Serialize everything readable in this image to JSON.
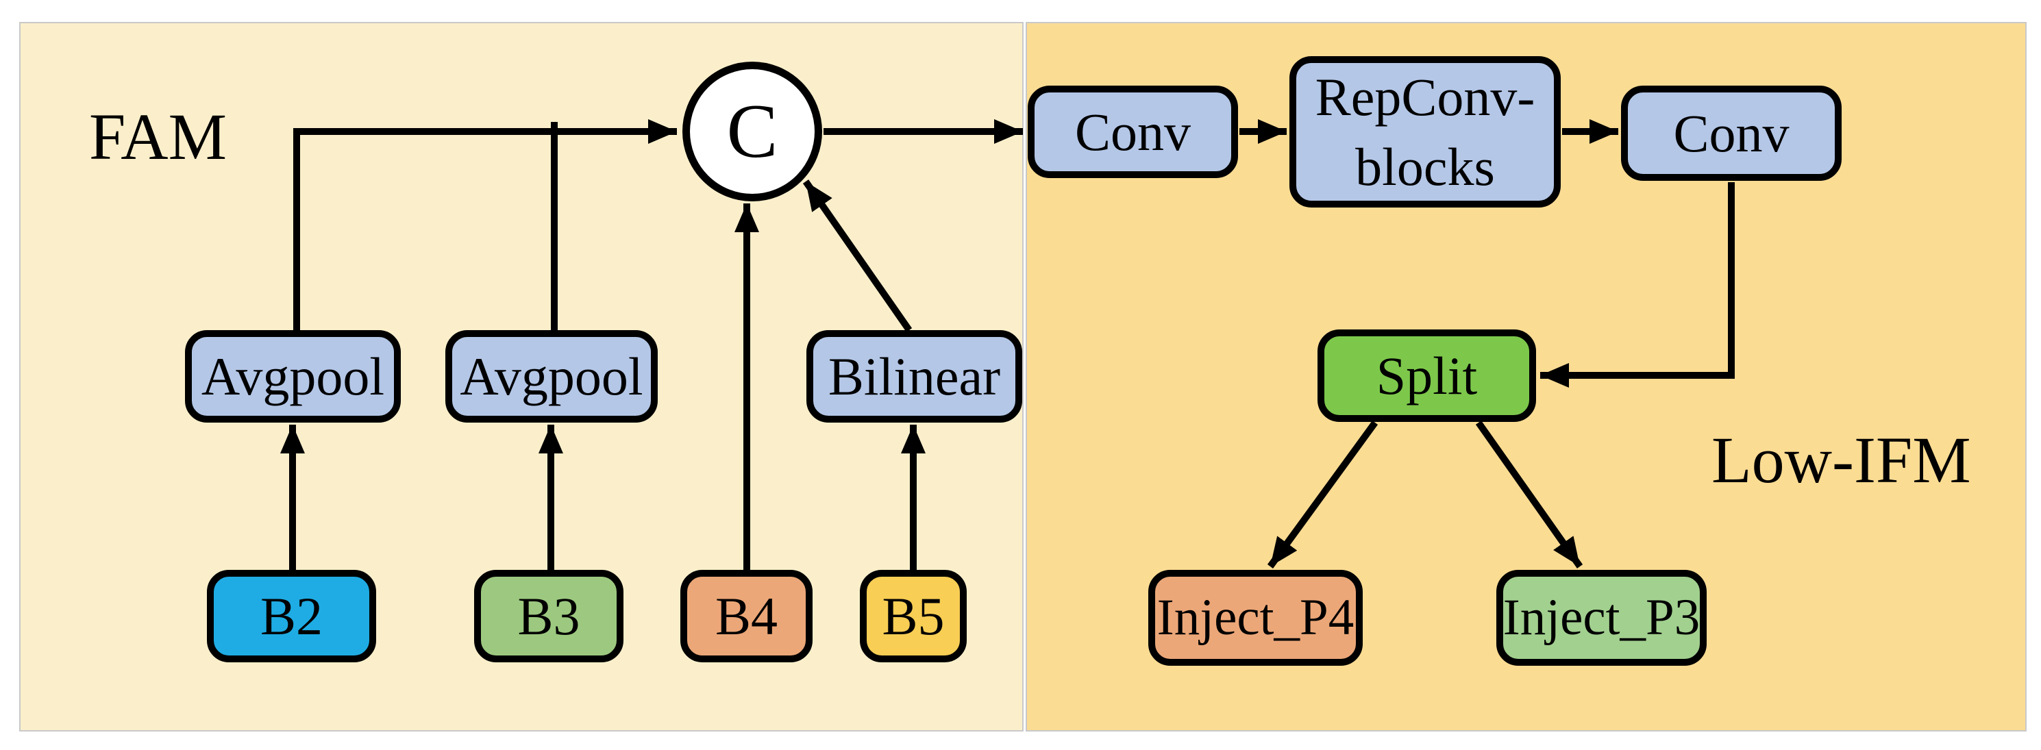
{
  "colors": {
    "page_bg": "#FFFFFF",
    "fam_panel_bg": "#FBEFCB",
    "low_ifm_panel_bg": "#FBDC93",
    "panel_border": "#C9C9C9",
    "process_box_fill": "#B4C7E7",
    "b2_fill": "#1FACE4",
    "b3_fill": "#9CC97F",
    "b4_fill": "#ECA778",
    "b5_fill": "#F8CE54",
    "split_fill": "#7DC84B",
    "inject_p4_fill": "#ECA778",
    "inject_p3_fill": "#A2D08F",
    "concat_fill": "#FFFFFF",
    "line_color": "#000000",
    "text_color": "#000000"
  },
  "panels": {
    "fam": {
      "label": "FAM"
    },
    "low_ifm": {
      "label": "Low-IFM"
    }
  },
  "nodes": {
    "concat": {
      "label": "C"
    },
    "avgpool_b2": {
      "label": "Avgpool"
    },
    "avgpool_b3": {
      "label": "Avgpool"
    },
    "bilinear": {
      "label": "Bilinear"
    },
    "b2": {
      "label": "B2"
    },
    "b3": {
      "label": "B3"
    },
    "b4": {
      "label": "B4"
    },
    "b5": {
      "label": "B5"
    },
    "conv_in": {
      "label": "Conv"
    },
    "repconv_blocks": {
      "label": "RepConv-\nblocks"
    },
    "conv_out": {
      "label": "Conv"
    },
    "split": {
      "label": "Split"
    },
    "inject_p4": {
      "label": "Inject_P4"
    },
    "inject_p3": {
      "label": "Inject_P3"
    }
  }
}
